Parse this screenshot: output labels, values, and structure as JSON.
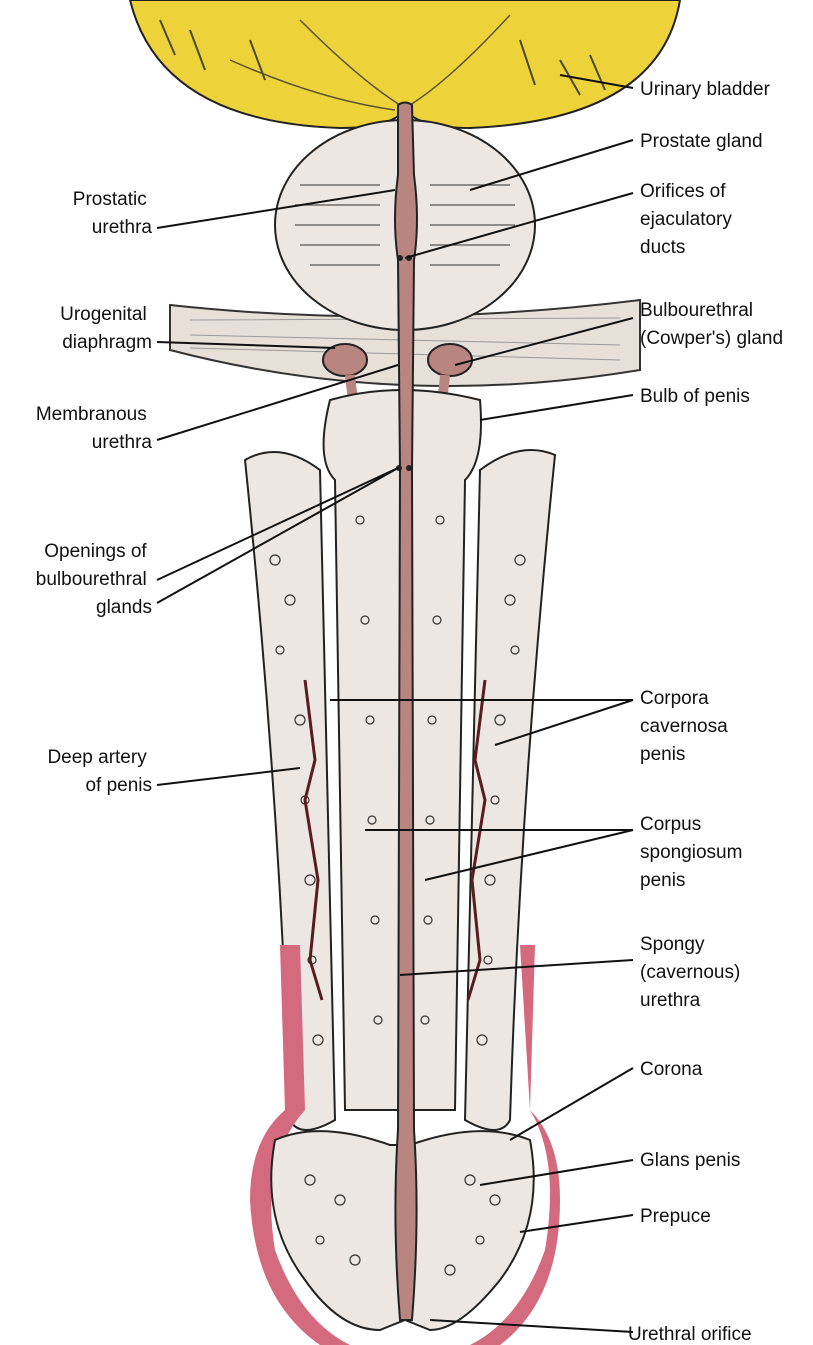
{
  "labels_right": {
    "urinary_bladder": "Urinary bladder",
    "prostate_gland": "Prostate gland",
    "orifices_ejac": [
      "Orifices of",
      "ejaculatory",
      "ducts"
    ],
    "bulbourethral_gland": [
      "Bulbourethral",
      "(Cowper's) gland"
    ],
    "bulb_of_penis": "Bulb of penis",
    "corpora_cavernosa": [
      "Corpora",
      "cavernosa",
      "penis"
    ],
    "corpus_spongiosum": [
      "Corpus",
      "spongiosum",
      "penis"
    ],
    "spongy_urethra": [
      "Spongy",
      "(cavernous)",
      "urethra"
    ],
    "corona": "Corona",
    "glans_penis": "Glans penis",
    "prepuce": "Prepuce",
    "urethral_orifice": "Urethral orifice"
  },
  "labels_left": {
    "prostatic_urethra": [
      "Prostatic",
      "urethra"
    ],
    "urogenital_diaphragm": [
      "Urogenital",
      "diaphragm"
    ],
    "membranous_urethra": [
      "Membranous",
      "urethra"
    ],
    "openings_bulbourethral": [
      "Openings of",
      "bulbourethral",
      "glands"
    ],
    "deep_artery": [
      "Deep artery",
      "of penis"
    ]
  },
  "colors": {
    "bladder": "#eed23a",
    "tissue": "#ece7e2",
    "urethra": "#b98580",
    "prepuce": "#d46a7e",
    "diaphragm": "#e6e0d9",
    "artery": "#5a1c1c"
  }
}
